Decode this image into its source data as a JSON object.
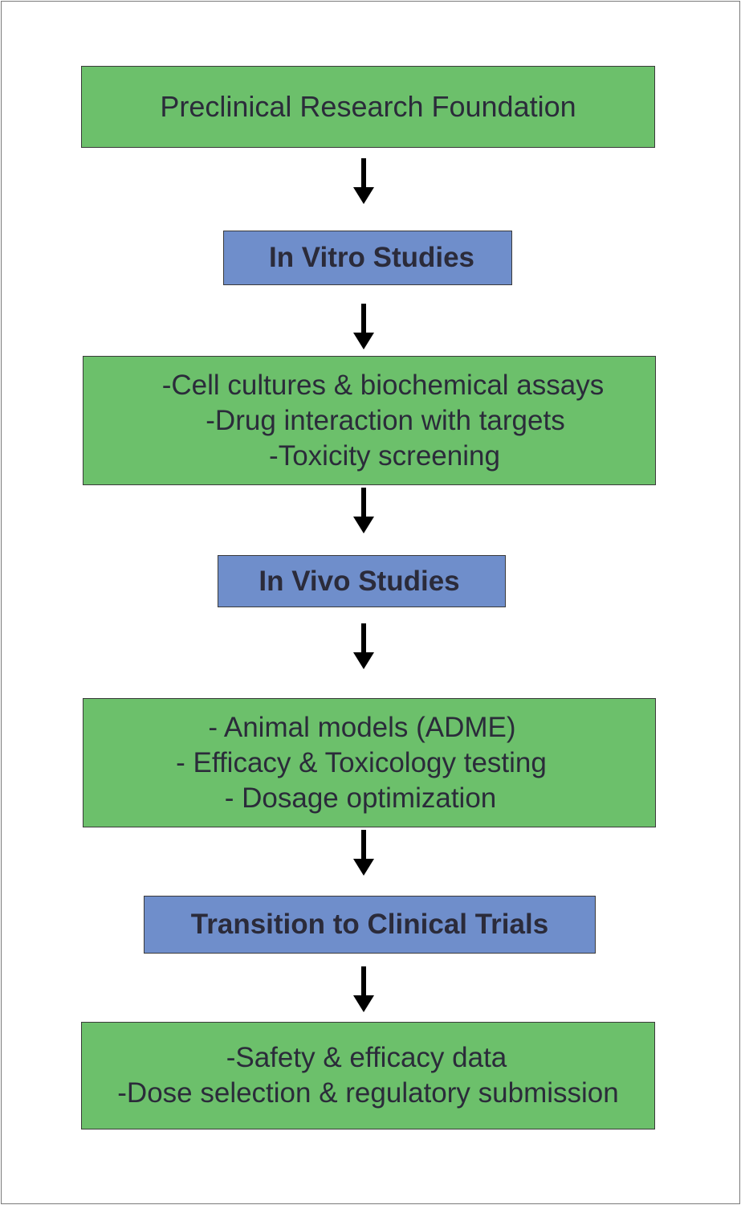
{
  "diagram": {
    "nodes": [
      {
        "id": "foundation",
        "text": "Preclinical Research Foundation"
      },
      {
        "id": "in-vitro",
        "text": "In Vitro Studies"
      },
      {
        "id": "in-vitro-details",
        "lines": [
          "-Cell cultures & biochemical assays",
          "-Drug interaction with targets",
          "-Toxicity screening"
        ]
      },
      {
        "id": "in-vivo",
        "text": "In Vivo Studies"
      },
      {
        "id": "in-vivo-details",
        "lines": [
          "- Animal models (ADME)",
          "- Efficacy & Toxicology testing",
          "- Dosage optimization"
        ]
      },
      {
        "id": "transition",
        "text": "Transition to Clinical Trials"
      },
      {
        "id": "clinical-details",
        "lines": [
          "-Safety & efficacy data",
          "-Dose selection & regulatory submission"
        ]
      }
    ],
    "edges": [
      {
        "from": "foundation",
        "to": "in-vitro"
      },
      {
        "from": "in-vitro",
        "to": "in-vitro-details"
      },
      {
        "from": "in-vitro-details",
        "to": "in-vivo"
      },
      {
        "from": "in-vivo",
        "to": "in-vivo-details"
      },
      {
        "from": "in-vivo-details",
        "to": "transition"
      },
      {
        "from": "transition",
        "to": "clinical-details"
      }
    ],
    "colors": {
      "detail_fill": "#6cc06b",
      "stage_fill": "#6f8ecb",
      "border": "#3a3a3a",
      "text": "#2b2b3a",
      "arrow": "#000000"
    }
  }
}
